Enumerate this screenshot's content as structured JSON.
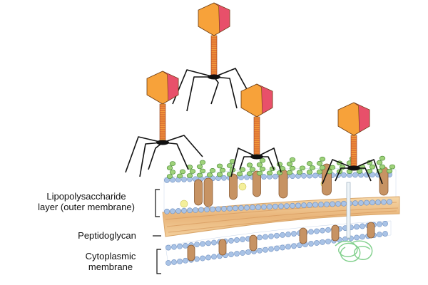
{
  "labels": {
    "lps_line1": "Lipopolysaccharide",
    "lps_line2": "layer (outer membrane)",
    "peptidoglycan": "Peptidoglycan",
    "cyto_line1": "Cytoplasmic",
    "cyto_line2": "membrane"
  },
  "colors": {
    "phage_head_front": "#f7a23a",
    "phage_head_side": "#e8506a",
    "phage_tail_sheath": "#f29a3a",
    "phage_legs": "#111111",
    "lipid_head": "#a9c3e6",
    "lps_sugar": "#9fd27a",
    "protein": "#c79363",
    "peptidoglycan": "#efc084",
    "dna": "#7fcf8a"
  },
  "icons": [
    "bacteriophage-icon",
    "membrane-protein-icon",
    "dna-strand-icon"
  ]
}
